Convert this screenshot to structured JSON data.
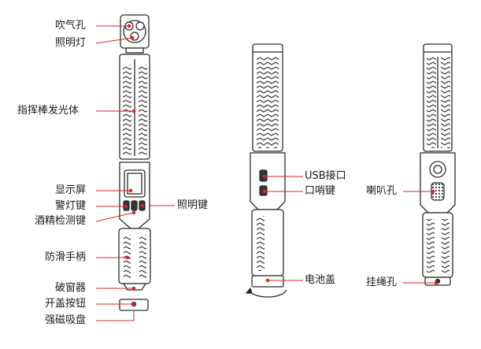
{
  "colors": {
    "callout": "#d9262b",
    "outline": "#2b2b2b",
    "fill": "#ffffff",
    "grip": "#3a3a3a"
  },
  "left_view": {
    "labels": {
      "blow_hole": "吹气孔",
      "light": "照明灯",
      "baton_body": "指挥棒发光体",
      "screen": "显示屏",
      "warn_key": "警灯键",
      "light_key": "照明键",
      "alcohol_key": "酒精检测键",
      "grip": "防滑手柄",
      "glass_breaker": "破窗器",
      "cover_button": "开盖按钮",
      "magnet": "强磁吸盘"
    }
  },
  "middle_view": {
    "labels": {
      "usb": "USB接口",
      "whistle_key": "口哨键",
      "battery_cover": "电池盖"
    }
  },
  "right_view": {
    "labels": {
      "speaker": "喇叭孔",
      "lanyard": "挂绳孔"
    }
  }
}
